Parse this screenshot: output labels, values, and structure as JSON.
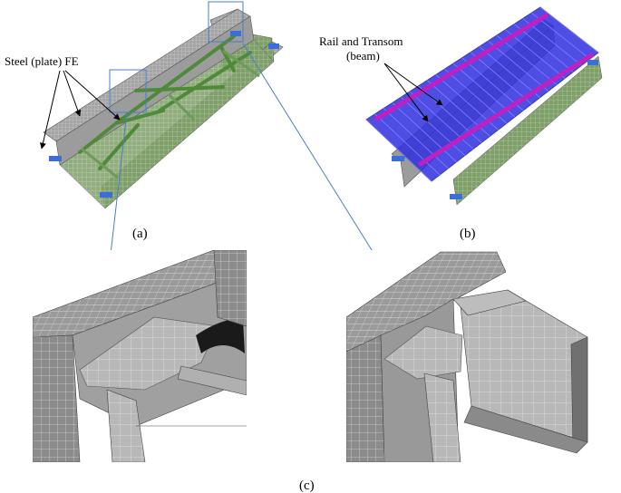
{
  "annotations": {
    "steel_plate": "Steel (plate) FE",
    "rail_line1": "Rail and Transom",
    "rail_line2": "(beam)"
  },
  "captions": {
    "a": "(a)",
    "b": "(b)",
    "c": "(c)"
  },
  "colors": {
    "steel_gray": "#9a9a9a",
    "mesh_green": "#6f9a5a",
    "brace_green": "#4f8a3a",
    "transom_blue": "#2a2ae0",
    "rail_magenta": "#c020c0",
    "support_blue": "#3a6fd8",
    "callout_blue": "#4a7ec8",
    "zoom_gray": "#8f8f8f"
  }
}
